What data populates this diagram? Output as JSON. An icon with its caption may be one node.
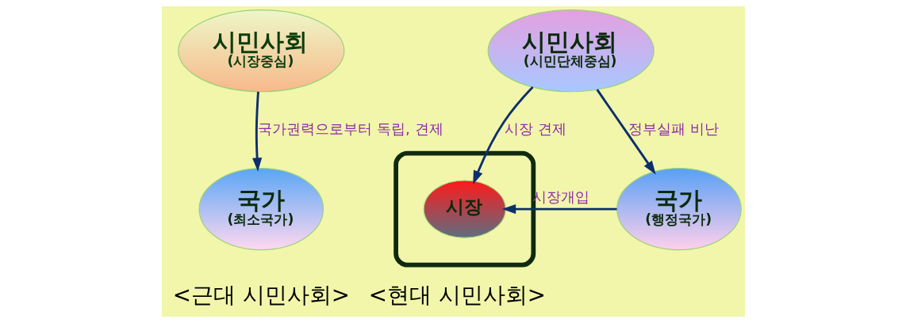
{
  "diagram": {
    "nodes": [
      {
        "text": [
          "시민사회",
          "(시장중심)"
        ]
      },
      {
        "text": [
          "국가",
          "(최소국가)"
        ]
      },
      {
        "text": [],
        "shape": "box"
      },
      {
        "text": [
          "시민사회",
          "(시민단체중심)"
        ]
      },
      {
        "text": [
          "시장"
        ],
        "in": 2
      },
      {
        "text": [
          "국가",
          "(행정국가)"
        ]
      }
    ],
    "edges": [
      {
        "from": 0,
        "to": 1,
        "arrow": "to",
        "label": "국가권력으로부터 독립, 견제"
      },
      {
        "from": 3,
        "to": 4,
        "arrow": "to",
        "label": "시장 견제"
      },
      {
        "from": 3,
        "to": 5,
        "arrow": "to",
        "label": "정부실패 비난"
      },
      {
        "from": 5,
        "to": 4,
        "arrow": "to",
        "label": "시장개입"
      }
    ],
    "labels": [
      "<근대 시민사회>",
      "<현대 시민사회>"
    ]
  }
}
